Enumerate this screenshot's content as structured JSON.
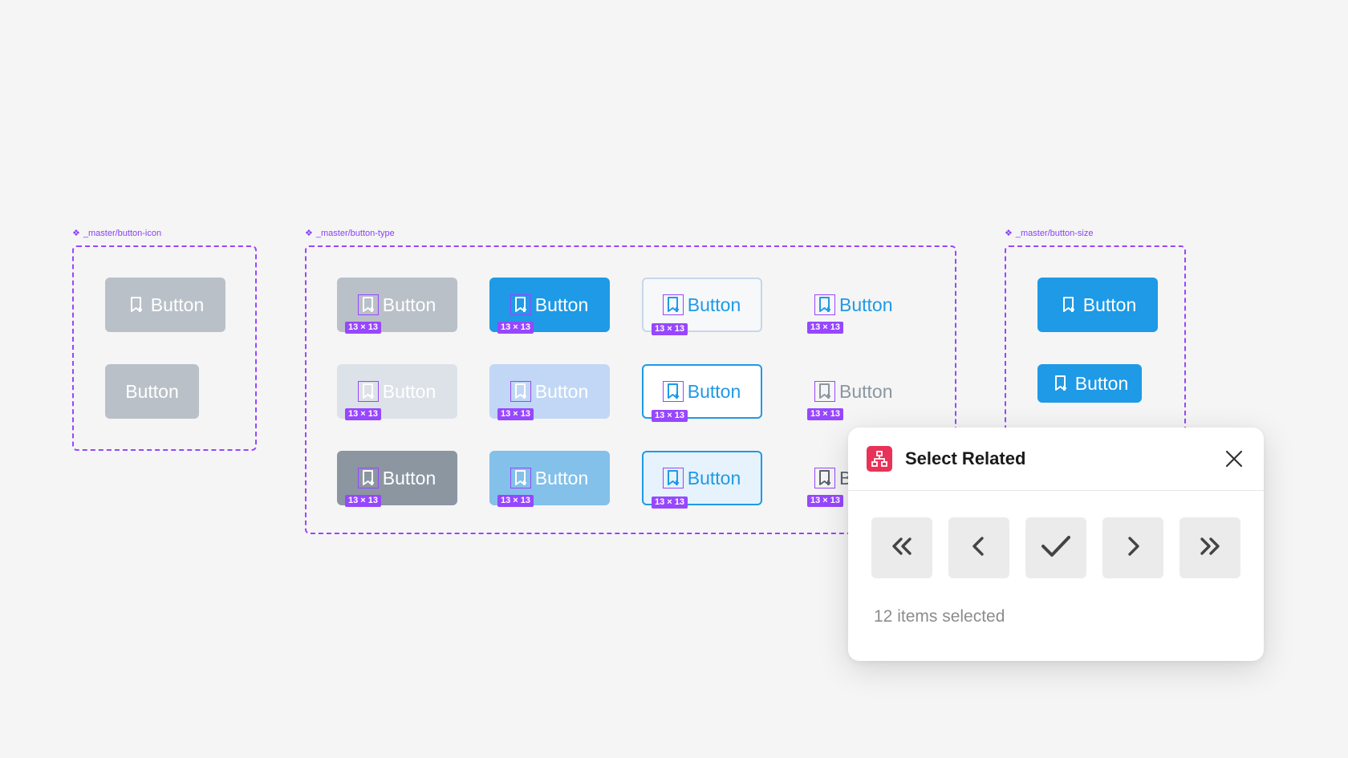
{
  "component_sets": [
    {
      "label": "_master/button-icon"
    },
    {
      "label": "_master/button-type"
    },
    {
      "label": "_master/button-size"
    }
  ],
  "button_label": "Button",
  "icon_size_badge": "13 × 13",
  "button_icon_set": [
    {
      "variant": "gray-solid",
      "has_icon": true
    },
    {
      "variant": "gray-solid",
      "has_icon": false
    }
  ],
  "button_type_set": [
    {
      "variant": "gray-solid"
    },
    {
      "variant": "blue"
    },
    {
      "variant": "outline-pale"
    },
    {
      "variant": "ghost-blue"
    },
    {
      "variant": "gray-light"
    },
    {
      "variant": "blue-pale"
    },
    {
      "variant": "outline"
    },
    {
      "variant": "ghost-gray"
    },
    {
      "variant": "gray-dark"
    },
    {
      "variant": "blue-mid"
    },
    {
      "variant": "outline-fill"
    },
    {
      "variant": "ghost-dark"
    }
  ],
  "button_size_set": [
    {
      "size": "large"
    },
    {
      "size": "medium"
    }
  ],
  "colors": {
    "frame_border": "#9747ff",
    "accent_blue": "#1e9ae6",
    "plugin_logo": "#e83257"
  },
  "popup": {
    "title": "Select Related",
    "logo_icon": "hierarchy-icon",
    "close_icon": "close-icon",
    "actions": [
      {
        "name": "select-first-button",
        "icon": "double-chevron-left-icon"
      },
      {
        "name": "select-previous-button",
        "icon": "chevron-left-icon"
      },
      {
        "name": "confirm-select-button",
        "icon": "check-icon"
      },
      {
        "name": "select-next-button",
        "icon": "chevron-right-icon"
      },
      {
        "name": "select-last-button",
        "icon": "double-chevron-right-icon"
      }
    ],
    "status": "12 items selected"
  }
}
